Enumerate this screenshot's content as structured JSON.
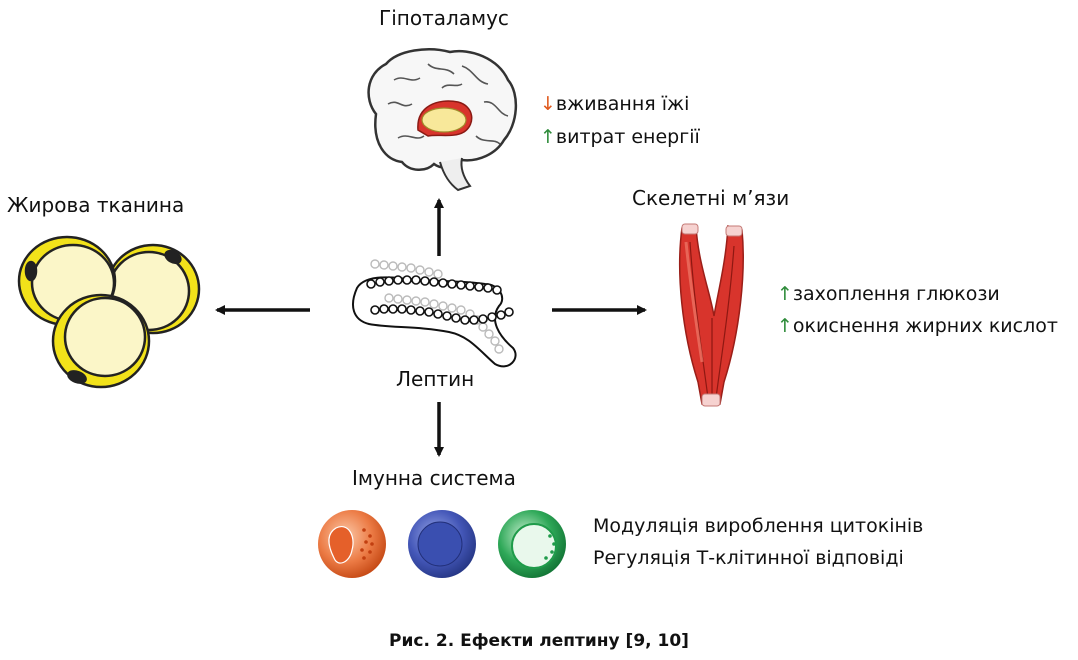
{
  "labels": {
    "hypothalamus": "Гіпоталамус",
    "adipose": "Жирова тканина",
    "muscle": "Скелетні м’язи",
    "leptin": "Лептин",
    "immune": "Імунна система"
  },
  "hypothalamus_effects": [
    {
      "arrow": "↓",
      "direction": "down",
      "text": "вживання їжі"
    },
    {
      "arrow": "↑",
      "direction": "up",
      "text": "витрат енергії"
    }
  ],
  "muscle_effects": [
    {
      "arrow": "↑",
      "direction": "up",
      "text": "захоплення глюкози"
    },
    {
      "arrow": "↑",
      "direction": "up",
      "text": "окиснення жирних кислот"
    }
  ],
  "immune_effects": [
    "Модуляція вироблення цитокінів",
    "Регуляція Т-клітинної відповіді"
  ],
  "caption": "Рис. 2. Ефекти лептину [9, 10]",
  "colors": {
    "up_arrow": "#2e8b3a",
    "down_arrow": "#e05a1e",
    "fat_yellow": "#f2e21a",
    "fat_cream": "#fbf6c8",
    "muscle_red": "#d8342c",
    "cell_orange": "#e5602a",
    "cell_blue": "#3a4fb0",
    "cell_green": "#1f9b4a"
  },
  "icons": [
    "brain-icon",
    "fat-cells-icon",
    "muscle-icon",
    "leptin-protein-icon",
    "immune-cell-icons"
  ]
}
